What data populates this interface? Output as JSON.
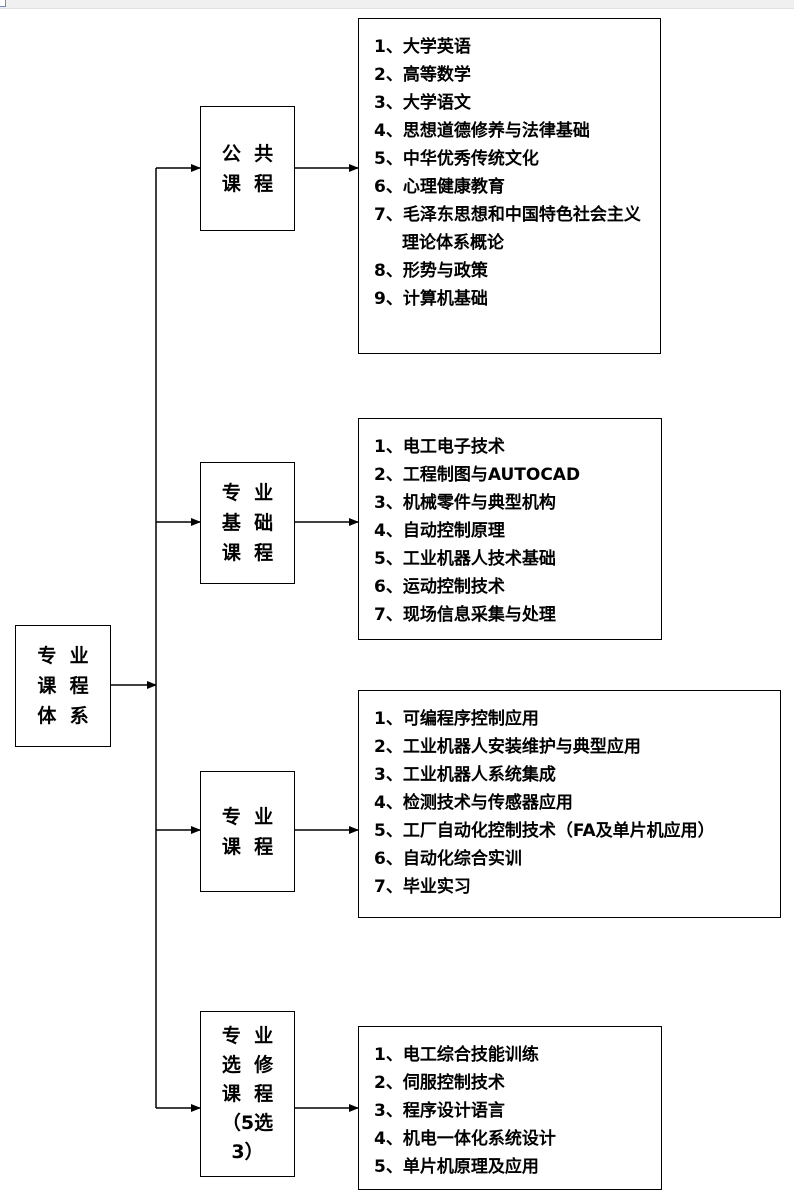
{
  "root": {
    "line1": "专  业",
    "line2": "课  程",
    "line3": "体  系"
  },
  "categories": [
    {
      "lines": [
        "公  共",
        "课  程"
      ],
      "items": [
        "1、大学英语",
        "2、高等数学",
        "3、大学语文",
        "4、思想道德修养与法律基础",
        "5、中华优秀传统文化",
        "6、心理健康教育",
        "7、毛泽东思想和中国特色社会主义理论体系概论",
        "8、形势与政策",
        "9、计算机基础"
      ]
    },
    {
      "lines": [
        "专  业",
        "基  础",
        "课  程"
      ],
      "items": [
        "1、电工电子技术",
        "2、工程制图与AUTOCAD",
        "3、机械零件与典型机构",
        "4、自动控制原理",
        "5、工业机器人技术基础",
        "6、运动控制技术",
        "7、现场信息采集与处理"
      ]
    },
    {
      "lines": [
        "专  业",
        "课  程"
      ],
      "items": [
        "1、可编程序控制应用",
        "2、工业机器人安装维护与典型应用",
        "3、工业机器人系统集成",
        "4、检测技术与传感器应用",
        "5、工厂自动化控制技术（FA及单片机应用）",
        "6、自动化综合实训",
        "7、毕业实习"
      ]
    },
    {
      "lines": [
        "专  业",
        "选  修",
        "课  程",
        "（5选",
        "3）"
      ],
      "items": [
        "1、电工综合技能训练",
        "2、伺服控制技术",
        "3、程序设计语言",
        "4、机电一体化系统设计",
        "5、单片机原理及应用"
      ]
    }
  ],
  "colors": {
    "line": "#000000",
    "background": "#ffffff"
  }
}
